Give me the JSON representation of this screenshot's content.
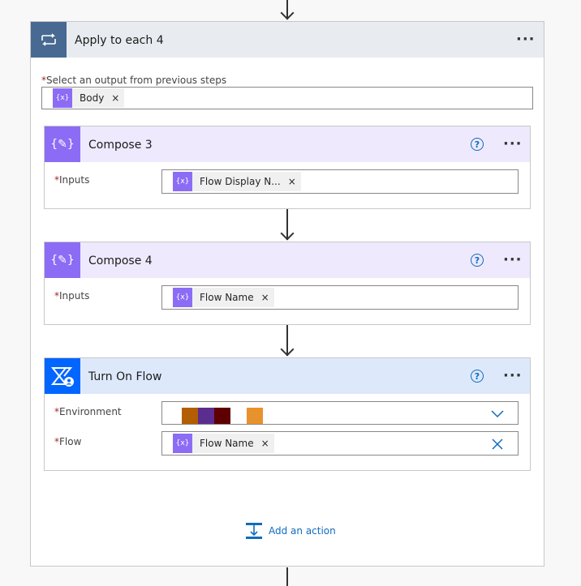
{
  "apply_each": {
    "title": "Apply to each 4",
    "select_label": "Select an output from previous steps",
    "token": "Body",
    "menu": "···"
  },
  "compose3": {
    "title": "Compose 3",
    "inputs_label": "Inputs",
    "token": "Flow Display N...",
    "menu": "···"
  },
  "compose4": {
    "title": "Compose 4",
    "inputs_label": "Inputs",
    "token": "Flow Name",
    "menu": "···"
  },
  "turn_on_flow": {
    "title": "Turn On Flow",
    "environment_label": "Environment",
    "flow_label": "Flow",
    "flow_token": "Flow Name",
    "menu": "···",
    "env_swatches": [
      "#b35e02",
      "#5b2d8f",
      "#5e0000",
      "#e8922d"
    ]
  },
  "required_mark": "*",
  "token_remove": "×",
  "help_glyph": "?",
  "add_action": "Add an action",
  "colors": {
    "accent": "#0f6cbd",
    "compose": "#8c6cf5",
    "flow": "#0066ff",
    "loop": "#486991"
  }
}
